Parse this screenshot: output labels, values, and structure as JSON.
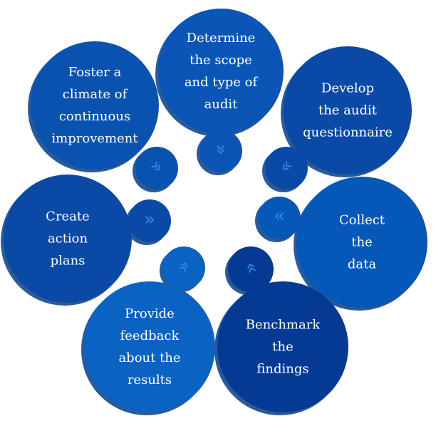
{
  "steps": [
    {
      "id": "determine",
      "lines": [
        "Determine",
        "the scope",
        "and type of",
        "audit"
      ],
      "color": "#0a55b5"
    },
    {
      "id": "develop",
      "lines": [
        "Develop",
        "the audit",
        "questionnaire"
      ],
      "color": "#0a4aa6"
    },
    {
      "id": "collect",
      "lines": [
        "Collect",
        "the",
        "data"
      ],
      "color": "#0557b8"
    },
    {
      "id": "benchmark",
      "lines": [
        "Benchmark",
        "the",
        "findings"
      ],
      "color": "#053a94"
    },
    {
      "id": "provide",
      "lines": [
        "Provide",
        "feedback",
        "about the",
        "results"
      ],
      "color": "#0a62c2"
    },
    {
      "id": "create",
      "lines": [
        "Create",
        "action",
        "plans"
      ],
      "color": "#0a4aa6"
    },
    {
      "id": "foster",
      "lines": [
        "Foster a",
        "climate of",
        "continuous",
        "improvement"
      ],
      "color": "#0a52b0"
    }
  ],
  "colors": {
    "shadow": "#2d5a92",
    "chevron": "#2f8de0",
    "text": "#ffffff"
  }
}
